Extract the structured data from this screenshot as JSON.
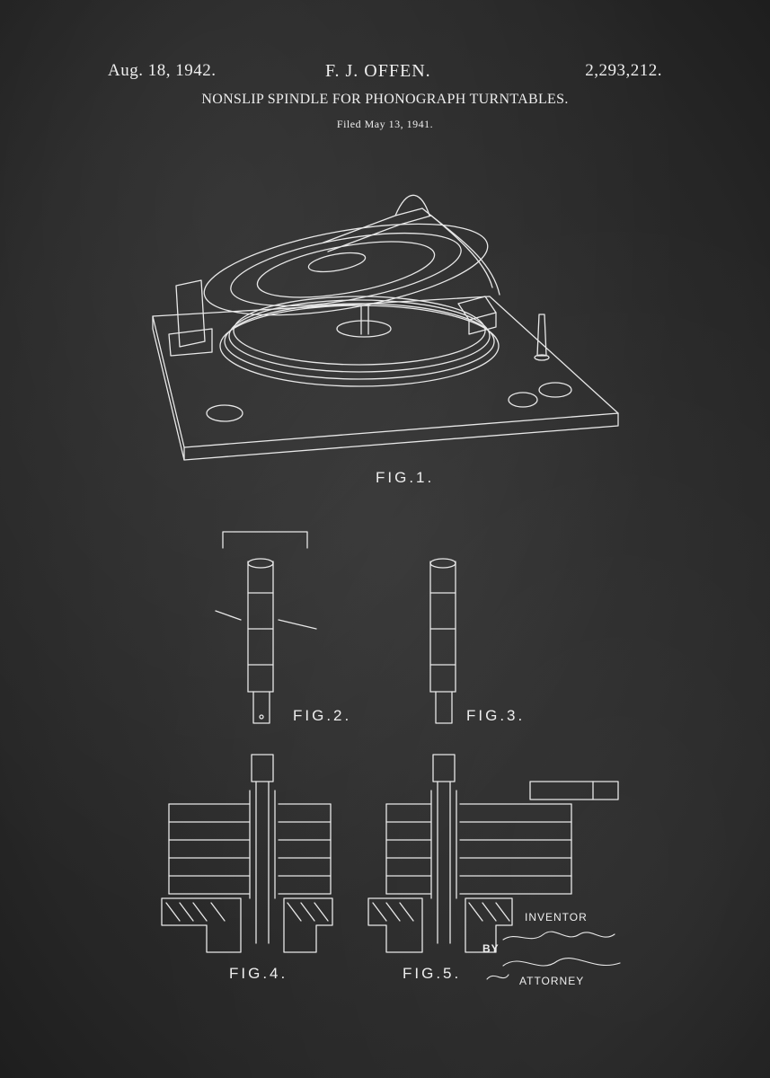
{
  "header": {
    "date": "Aug. 18, 1942.",
    "inventor": "F. J. OFFEN.",
    "patent_number": "2,293,212.",
    "title": "NONSLIP SPINDLE FOR PHONOGRAPH TURNTABLES.",
    "filed": "Filed May 13, 1941."
  },
  "figures": {
    "fig1": "FIG.1.",
    "fig2": "FIG.2.",
    "fig3": "FIG.3.",
    "fig4": "FIG.4.",
    "fig5": "FIG.5."
  },
  "signature_block": {
    "inventor_label": "INVENTOR",
    "by_label": "BY",
    "attorney_label": "ATTORNEY"
  },
  "colors": {
    "background": "#2b2b2b",
    "ink": "#eeeeee"
  }
}
